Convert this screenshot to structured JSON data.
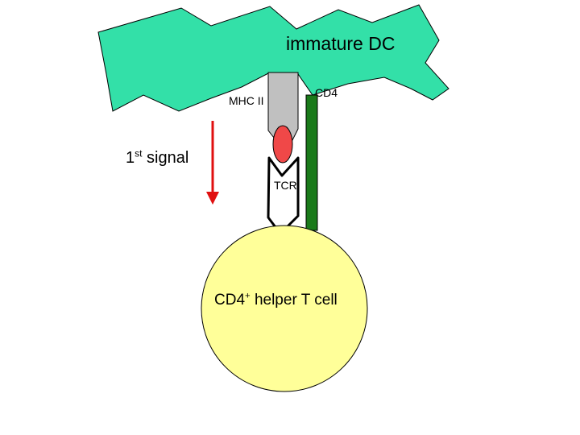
{
  "labels": {
    "dendritic_cell": "immature DC",
    "mhc": "MHC II",
    "cd4": "CD4",
    "tcr": "TCR",
    "signal_ordinal": "1",
    "signal_suffix": "st",
    "signal_word": "signal",
    "tcell_prefix": "CD4",
    "tcell_sup": "+",
    "tcell_suffix": "helper T cell"
  },
  "colors": {
    "dendritic_cell": "#33e0a8",
    "mhc": "#c0c0c0",
    "peptide": "#f04848",
    "cd4": "#1a7a1a",
    "tcr": "#ffffff",
    "tcell": "#ffff99",
    "arrow": "#e01010"
  }
}
